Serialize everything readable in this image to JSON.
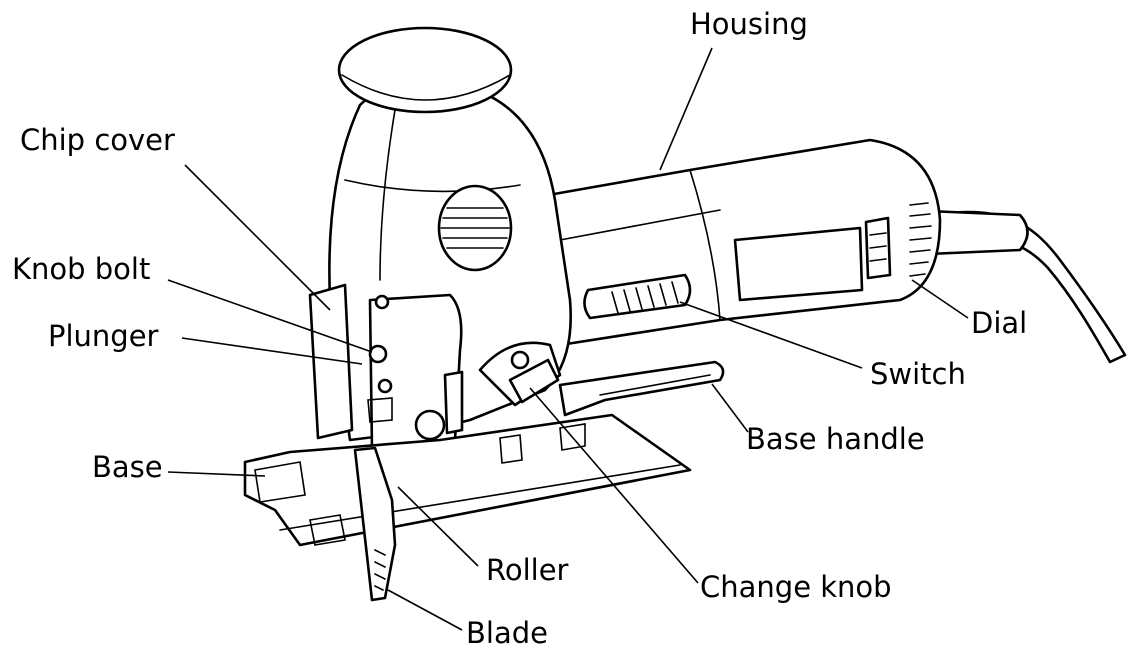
{
  "labels": {
    "housing": "Housing",
    "chip_cover": "Chip cover",
    "knob_bolt": "Knob bolt",
    "plunger": "Plunger",
    "base": "Base",
    "dial": "Dial",
    "switch": "Switch",
    "base_handle": "Base handle",
    "roller": "Roller",
    "change_knob": "Change knob",
    "blade": "Blade"
  }
}
